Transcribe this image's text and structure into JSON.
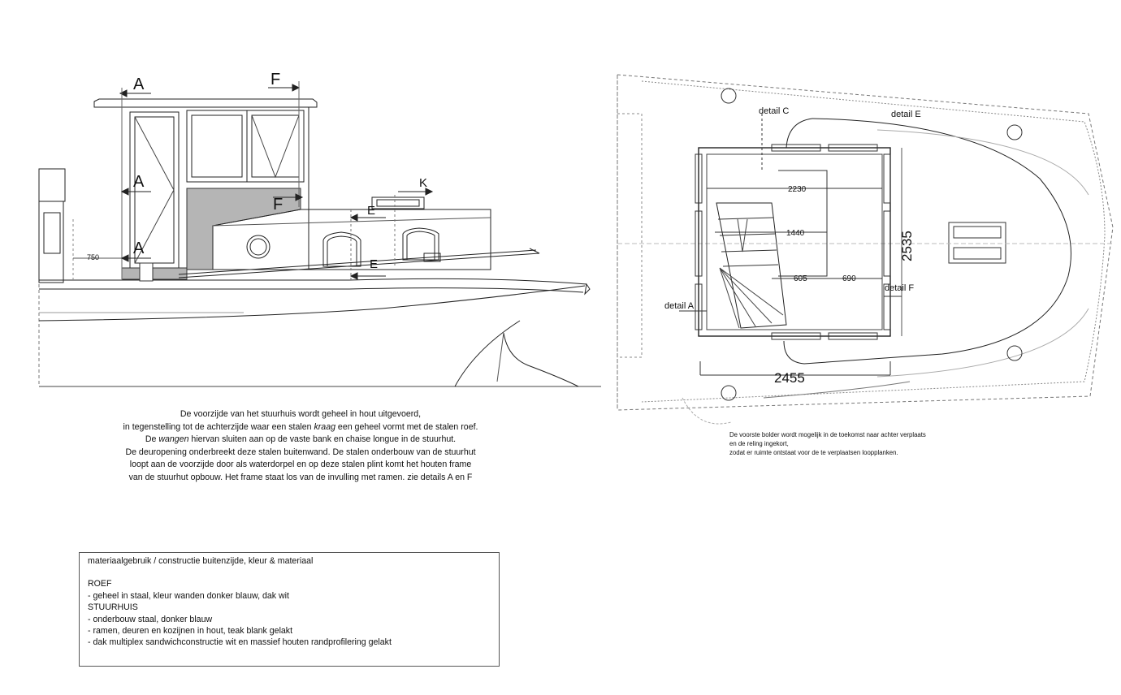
{
  "side_view": {
    "labels": {
      "a_top": "A",
      "a_mid": "A",
      "a_low": "A",
      "f_top": "F",
      "f_mid": "F",
      "k": "K",
      "e_top": "E",
      "e_low": "E",
      "dim_750": "750"
    }
  },
  "caption": {
    "line1": "De voorzijde van het stuurhuis wordt geheel in hout uitgevoerd,",
    "line2_a": "in tegenstelling tot de achterzijde waar een stalen ",
    "line2_em": "kraag",
    "line2_b": " een geheel vormt met de stalen roef.",
    "line3_a": "De ",
    "line3_em": "wangen",
    "line3_b": " hiervan sluiten aan op de vaste bank en chaise longue in de stuurhut.",
    "line4": "De deuropening onderbreekt deze stalen buitenwand. De stalen onderbouw van de stuurhut",
    "line5": "loopt aan de voorzijde door als waterdorpel en op deze stalen plint komt het houten frame",
    "line6": "van de stuurhut opbouw. Het frame staat los van de invulling met ramen. zie details A en F"
  },
  "plan_view": {
    "labels": {
      "detail_c": "detail C",
      "detail_e": "detail E",
      "detail_a": "detail A",
      "detail_f": "detail F",
      "dim_2230": "2230",
      "dim_1440": "1440",
      "dim_605": "605",
      "dim_690": "690",
      "dim_2535": "2535",
      "dim_2455": "2455"
    }
  },
  "plan_note": {
    "line1": "De voorste bolder wordt mogelijk in de toekomst naar achter verplaats",
    "line2": "en de reling ingekort,",
    "line3": "zodat er ruimte ontstaat voor de te verplaatsen loopplanken."
  },
  "materials": {
    "heading": "materiaalgebruik / constructie buitenzijde, kleur & materiaal",
    "roef_title": "ROEF",
    "roef_1": "- geheel in staal, kleur wanden donker blauw, dak wit",
    "stuurhuis_title": "STUURHUIS",
    "stuurhuis_1": "- onderbouw staal, donker blauw",
    "stuurhuis_2": "- ramen, deuren en kozijnen in hout, teak blank gelakt",
    "stuurhuis_3": "- dak multiplex sandwichconstructie wit en massief houten randprofilering gelakt"
  }
}
